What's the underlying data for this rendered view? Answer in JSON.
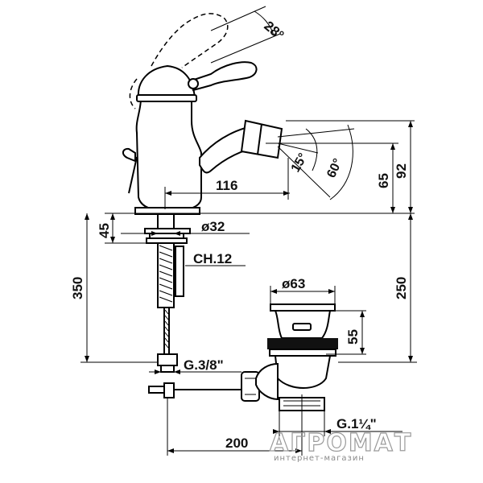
{
  "dimensions": {
    "angle_handle": "28°",
    "angle_spout_down": "15°",
    "angle_spout_up": "60°",
    "spout_reach": "116",
    "spout_height_inner": "65",
    "spout_height_outer": "92",
    "base_thickness": "45",
    "hole_diameter": "ø32",
    "wrench_size": "CH.12",
    "hose_length": "350",
    "waste_height": "250",
    "waste_diameter": "ø63",
    "waste_depth": "55",
    "hose_thread": "G.3/8\"",
    "waste_thread": "G.1¼\"",
    "rod_length": "200"
  },
  "watermark": {
    "brand": "АГРОМАТ",
    "tagline": "интернет-магазин"
  }
}
